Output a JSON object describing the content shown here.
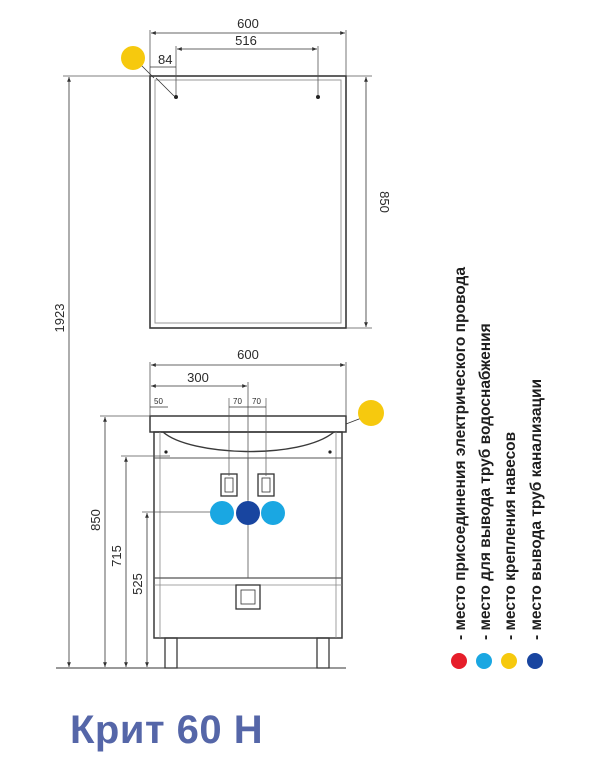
{
  "title": "Крит 60 Н",
  "colors": {
    "electric": "#e61e2a",
    "water": "#1aa7e2",
    "hanging": "#f6c90e",
    "drain": "#1845a0",
    "title": "#5566a8"
  },
  "mirror": {
    "width": "600",
    "mount_span": "516",
    "mount_offset": "84",
    "height": "850"
  },
  "overall_height": "1923",
  "cabinet": {
    "width": "600",
    "center": "300",
    "edge_offset": "50",
    "pipe_offset_left": "70",
    "pipe_offset_right": "70",
    "height": "850",
    "water_height": "715",
    "drain_height": "525"
  },
  "legend": [
    {
      "color": "electric",
      "text": "- место присоединения электрического провода"
    },
    {
      "color": "water",
      "text": "- место для вывода труб водоснабжения"
    },
    {
      "color": "hanging",
      "text": "- место крепления навесов"
    },
    {
      "color": "drain",
      "text": "- место вывода труб канализации"
    }
  ]
}
